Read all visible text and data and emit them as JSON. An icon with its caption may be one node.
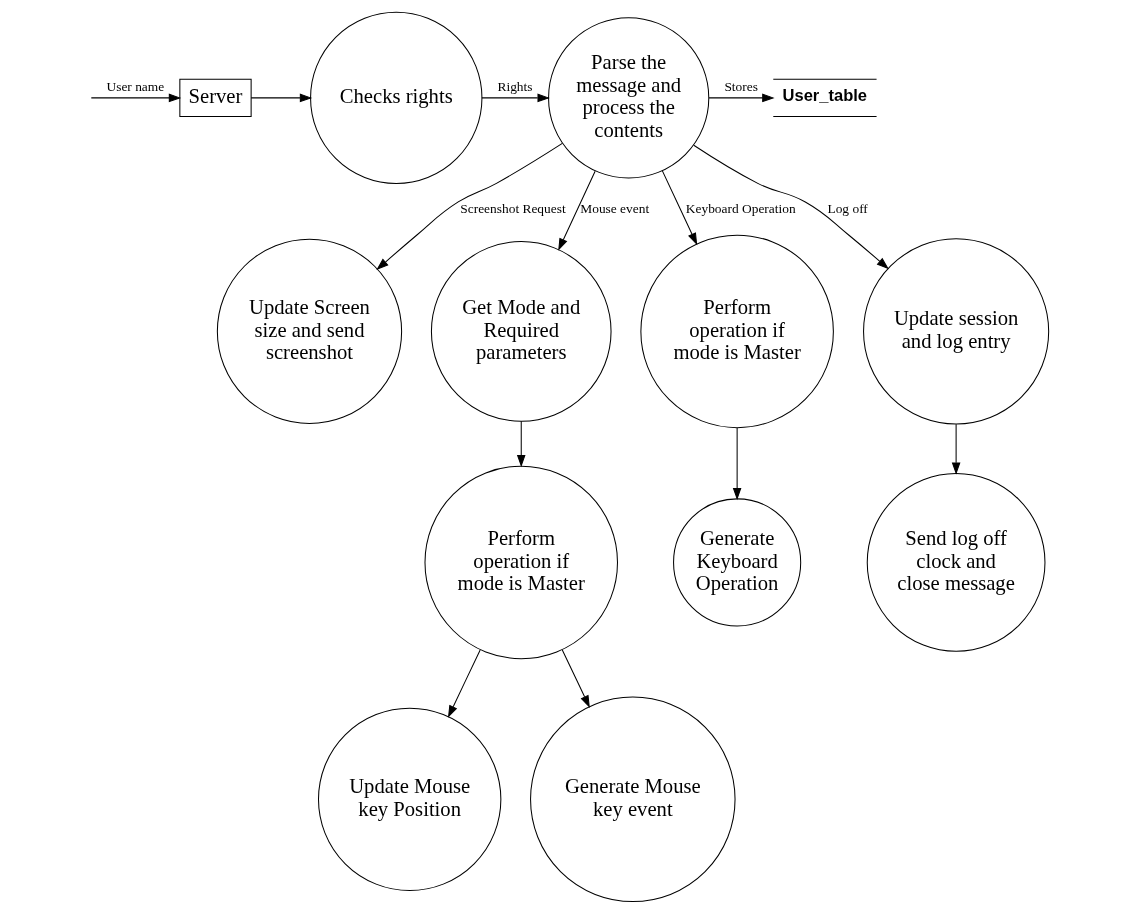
{
  "diagram": {
    "nodes": [
      {
        "text": [
          "Server"
        ]
      },
      {
        "text": [
          "Checks rights"
        ]
      },
      {
        "text": [
          "Parse the message and process the contents"
        ]
      },
      {
        "text": [
          "User_table"
        ]
      },
      {
        "text": [
          "Update Screen size and send screenshot"
        ]
      },
      {
        "text": [
          "Get Mode and Required parameters"
        ]
      },
      {
        "text": [
          "Perform operation if mode is Master"
        ]
      },
      {
        "text": [
          "Update session and log entry"
        ]
      },
      {
        "text": [
          "Perform operation if mode is Master"
        ]
      },
      {
        "text": [
          "Update Mouse key Position"
        ]
      },
      {
        "text": [
          "Generate Keyboard Operation"
        ]
      },
      {
        "text": [
          "Send log off clock and close message"
        ]
      },
      {
        "text": [
          "Generate Mouse key event"
        ]
      }
    ],
    "edges": [
      {
        "from": null,
        "to": 0,
        "arrow": "to",
        "label": "User name"
      },
      {
        "from": 0,
        "to": 1,
        "arrow": "to"
      },
      {
        "from": 1,
        "to": 2,
        "arrow": "to",
        "label": "Rights"
      },
      {
        "from": 2,
        "to": 3,
        "arrow": "to",
        "label": "Stores"
      },
      {
        "from": 2,
        "to": 4,
        "arrow": "to",
        "label": "Screenshot Request"
      },
      {
        "from": 2,
        "to": 5,
        "arrow": "to",
        "label": "Mouse event"
      },
      {
        "from": 2,
        "to": 6,
        "arrow": "to",
        "label": "Keyboard Operation"
      },
      {
        "from": 2,
        "to": 7,
        "arrow": "to",
        "label": "Log off"
      },
      {
        "from": 5,
        "to": 8,
        "arrow": "to"
      },
      {
        "from": 8,
        "to": 9,
        "arrow": "to"
      },
      {
        "from": 8,
        "to": 12,
        "arrow": "to"
      },
      {
        "from": 6,
        "to": 10,
        "arrow": "to"
      },
      {
        "from": 7,
        "to": 11,
        "arrow": "to"
      }
    ]
  }
}
